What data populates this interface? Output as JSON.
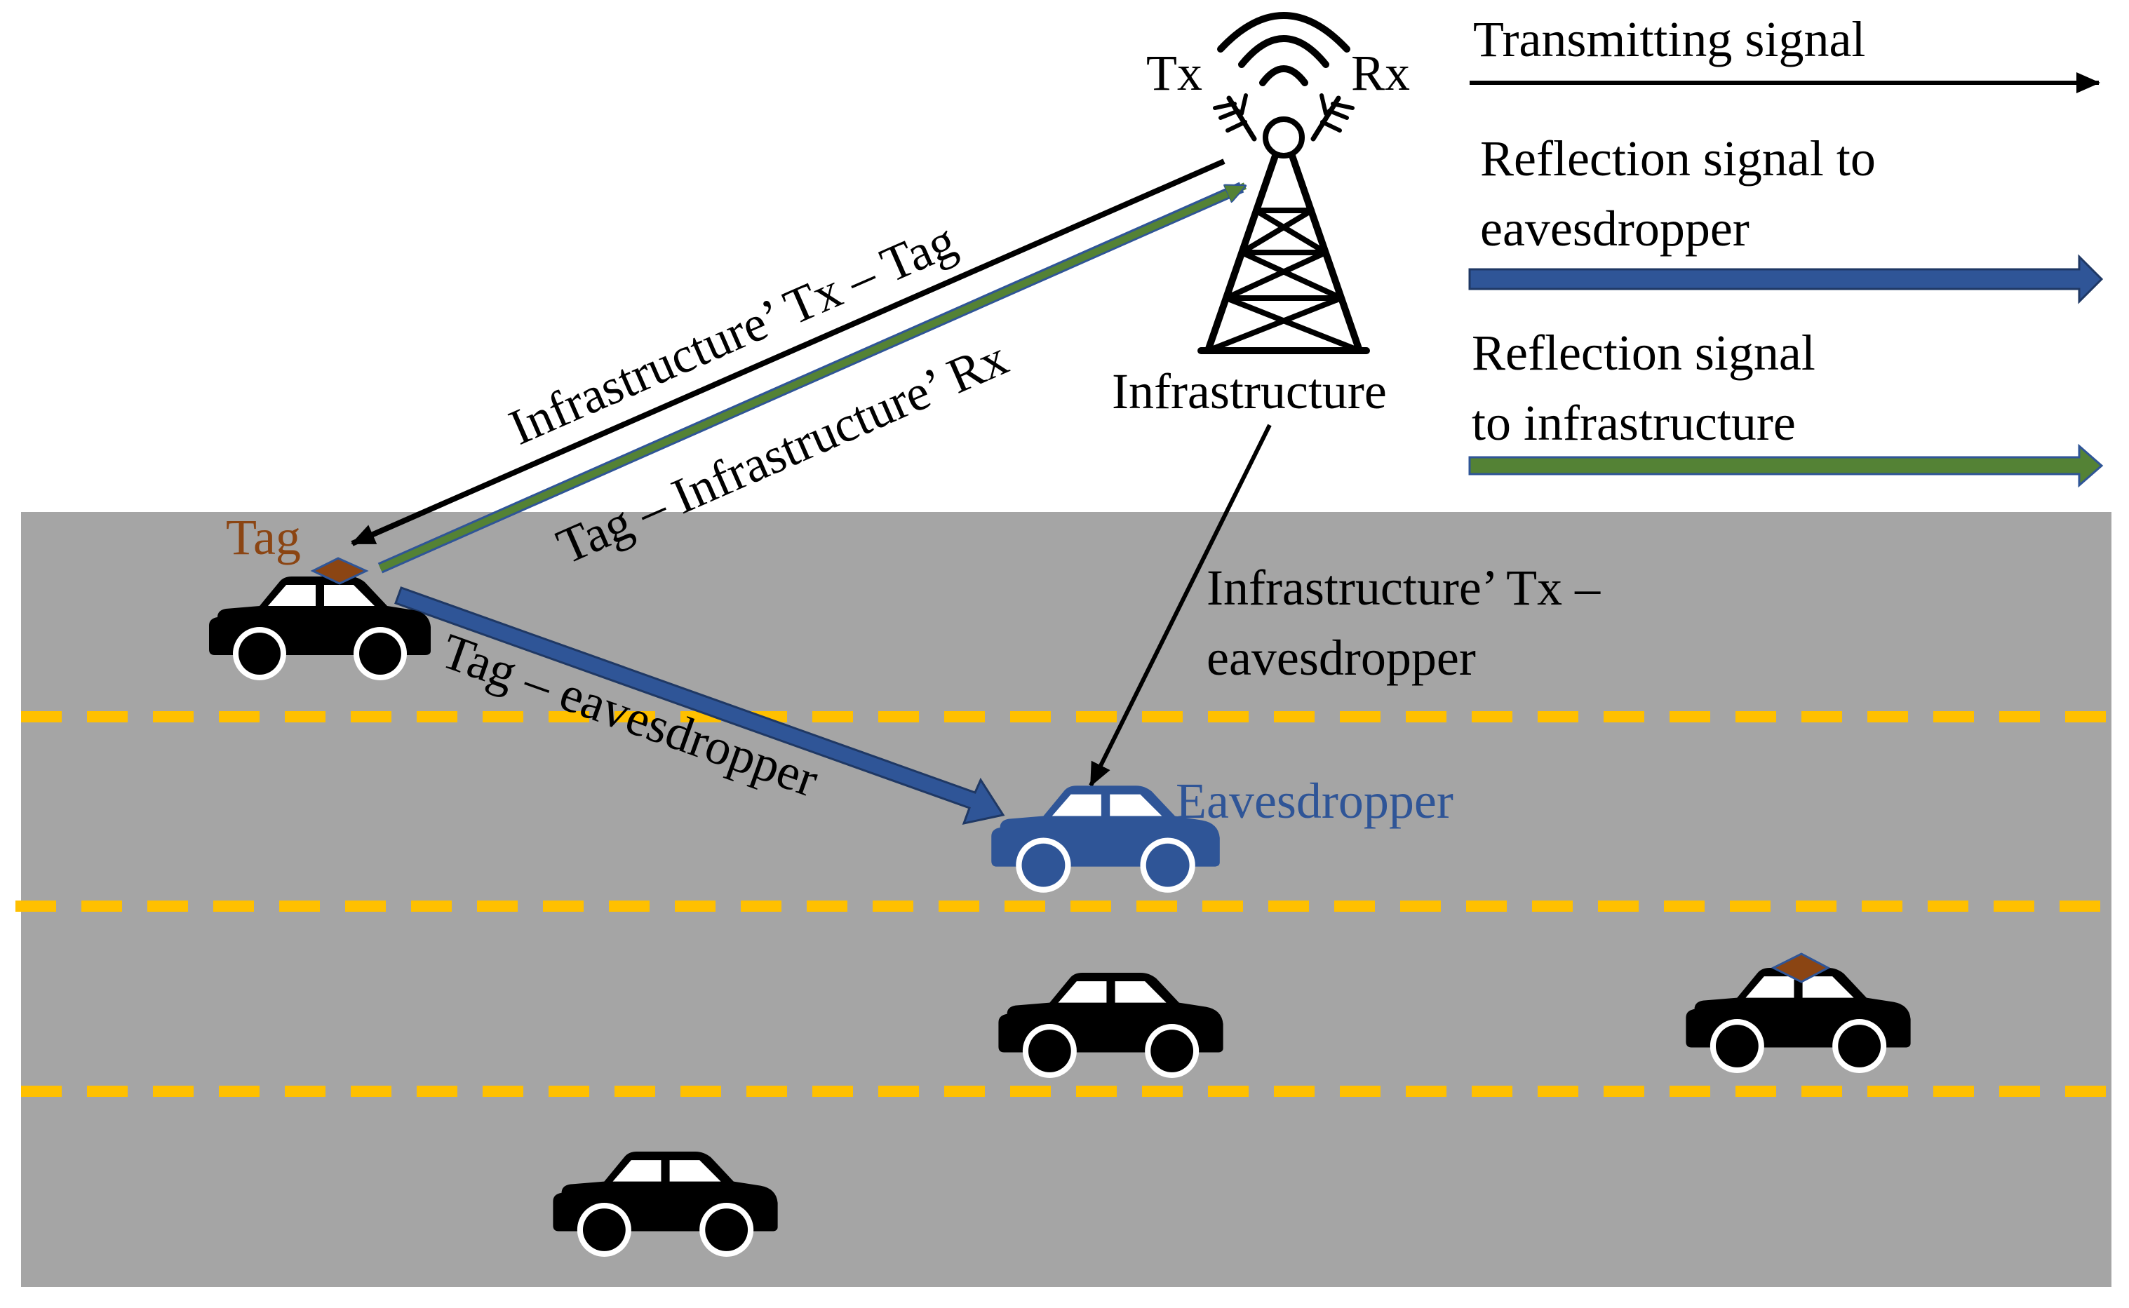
{
  "infrastructure": {
    "tx_label": "Tx",
    "rx_label": "Rx",
    "name": "Infrastructure"
  },
  "tag": {
    "label": "Tag"
  },
  "eavesdropper": {
    "label": "Eavesdropper"
  },
  "links": {
    "tx_tag": "Infrastructure’ Tx – Tag",
    "tag_rx": "Tag – Infrastructure’ Rx",
    "tag_eaves": "Tag – eavesdropper",
    "tx_eaves_line1": "Infrastructure’ Tx –",
    "tx_eaves_line2": "eavesdropper"
  },
  "legend": {
    "transmitting": "Transmitting signal",
    "reflection_eaves_line1": "Reflection signal to",
    "reflection_eaves_line2": "eavesdropper",
    "reflection_infra_line1": "Reflection signal",
    "reflection_infra_line2": "to infrastructure"
  },
  "colors": {
    "road": "#A5A5A5",
    "lane_marking": "#FFC000",
    "transmit_arrow": "#000000",
    "reflection_to_eavesdropper": "#2F5597",
    "reflection_to_infrastructure": "#548235",
    "tag": "#8B4513",
    "eavesdropper_car": "#2F5597",
    "car": "#000000"
  }
}
